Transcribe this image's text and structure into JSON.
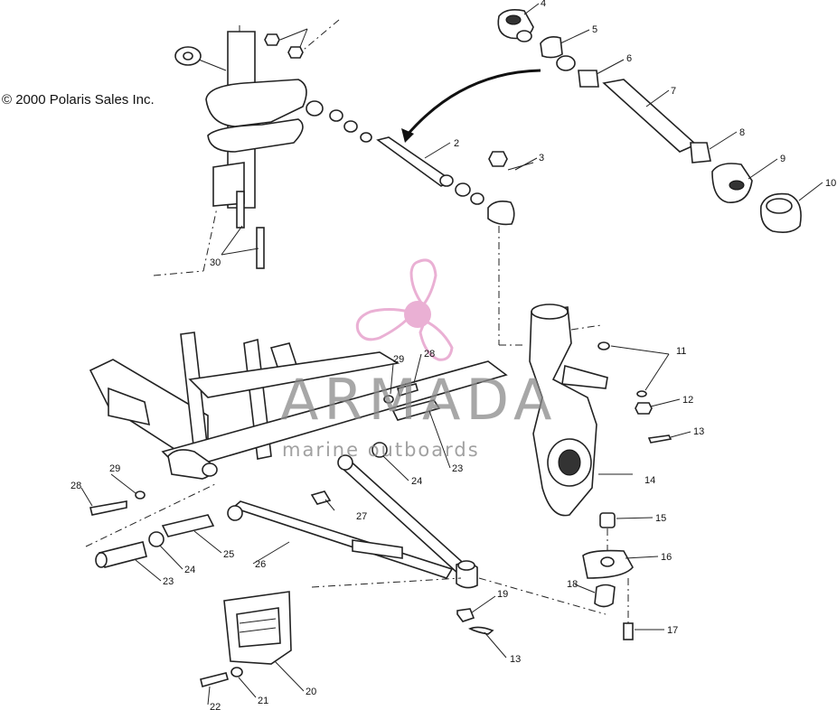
{
  "copyright": "© 2000 Polaris Sales Inc.",
  "watermark": {
    "title": "ARMADA",
    "subtitle": "marine outboards",
    "title_color": "#8a8a8a",
    "subtitle_color": "#8a8a8a",
    "logo_color": "#e8a8d0"
  },
  "callouts": [
    "2",
    "3",
    "4",
    "5",
    "6",
    "7",
    "8",
    "9",
    "10",
    "11",
    "12",
    "13",
    "13",
    "14",
    "15",
    "16",
    "17",
    "18",
    "19",
    "20",
    "21",
    "22",
    "23",
    "23",
    "24",
    "24",
    "25",
    "26",
    "27",
    "28",
    "28",
    "29",
    "29",
    "30"
  ]
}
